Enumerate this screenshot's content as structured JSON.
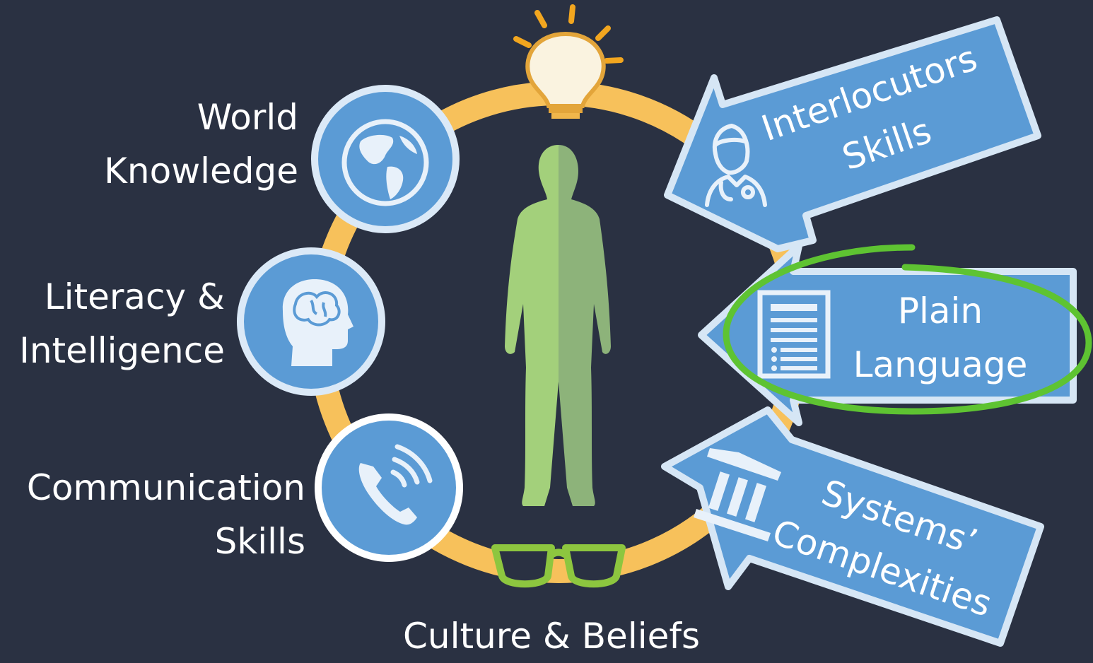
{
  "left_labels": {
    "world": {
      "line1": "World",
      "line2": "Knowledge",
      "icon": "globe-icon"
    },
    "literacy": {
      "line1": "Literacy &",
      "line2": "Intelligence",
      "icon": "brain-head-icon"
    },
    "communication": {
      "line1": "Communication",
      "line2": "Skills",
      "icon": "phone-icon"
    }
  },
  "bottom_label": "Culture & Beliefs",
  "arrows": {
    "interlocutors": {
      "line1": "Interlocutors",
      "line2": "Skills",
      "icon": "doctor-icon"
    },
    "plain_language": {
      "line1": "Plain",
      "line2": "Language",
      "icon": "document-icon"
    },
    "systems": {
      "line1": "Systems’",
      "line2": "Complexities",
      "icon": "institution-icon"
    }
  },
  "colors": {
    "background": "#2a3142",
    "ring": "#f7c15b",
    "circle_fill": "#5b9bd5",
    "circle_border": "#dbe9f7",
    "figure_light": "#a3d07b",
    "figure_dark": "#8db37a",
    "highlight": "#5ec332",
    "arrow_fill": "#5b9bd5",
    "arrow_border": "#d6e6f5"
  }
}
